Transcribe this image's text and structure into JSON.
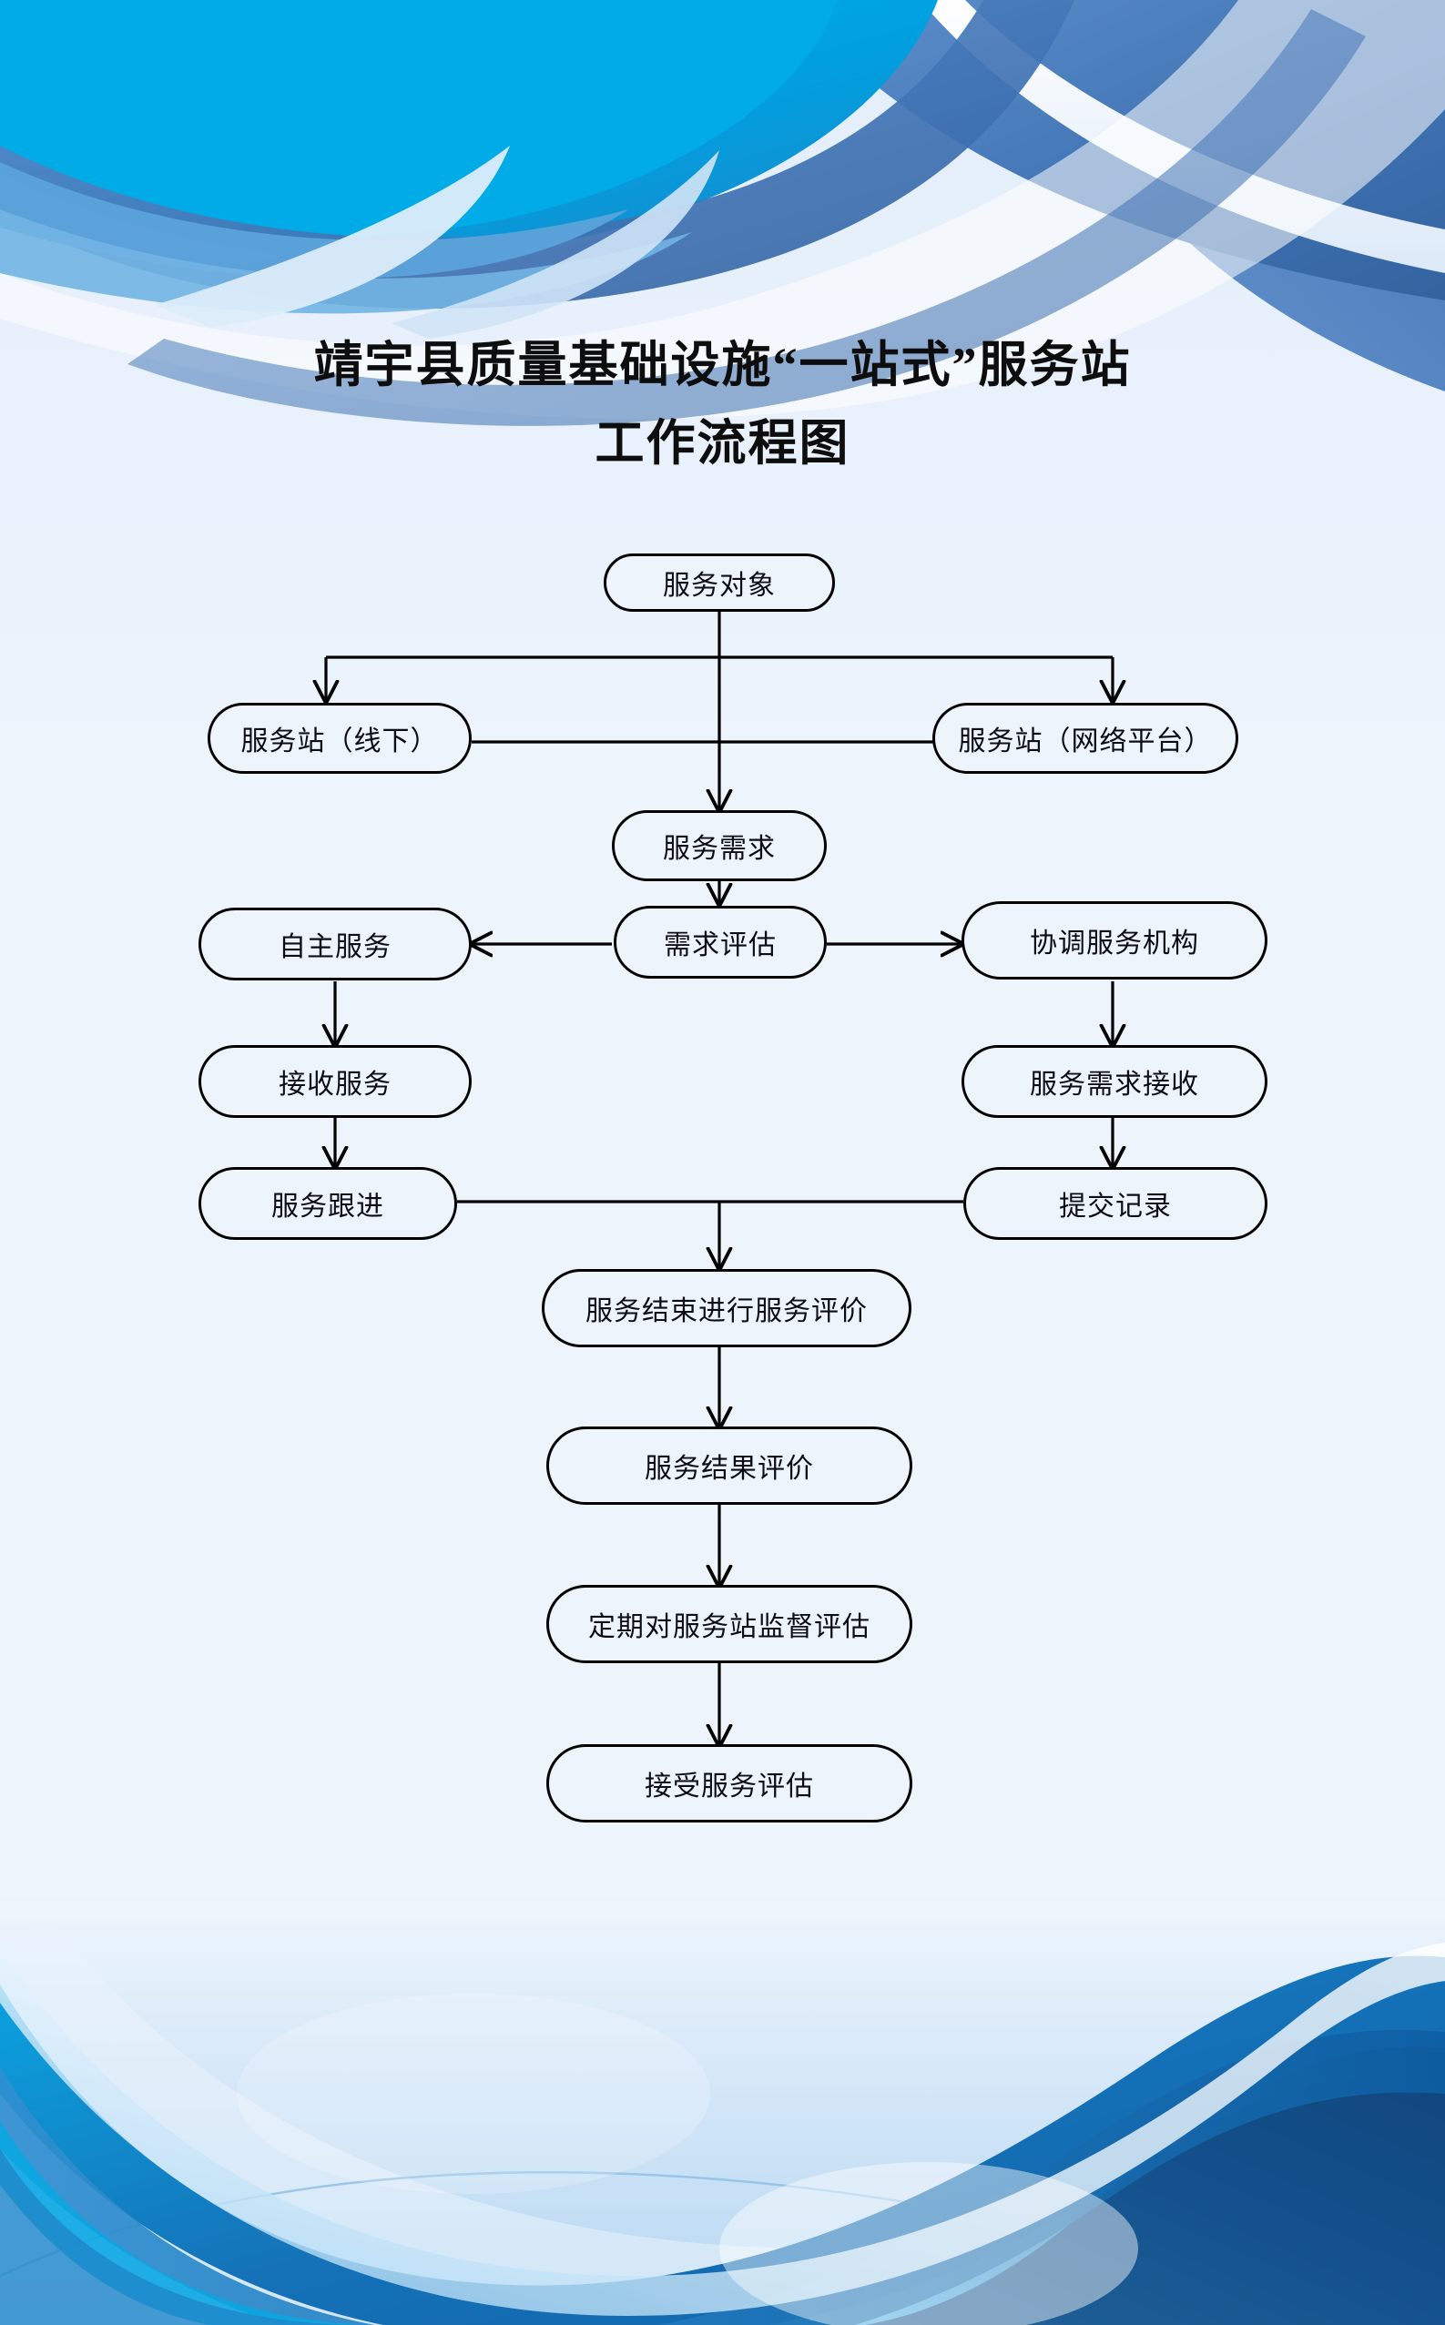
{
  "page": {
    "background_color": "#edf4fc",
    "accent_cyan": "#00a6e6",
    "accent_blue": "#4a7fc1",
    "accent_deep_blue": "#1c5fa8",
    "line_color": "#000000"
  },
  "title": {
    "line1": "靖宇县质量基础设施“一站式”服务站",
    "line2": "工作流程图"
  },
  "chart_data": {
    "type": "diagram",
    "title": "靖宇县质量基础设施“一站式”服务站工作流程图",
    "nodes": [
      {
        "id": "n1",
        "label": "服务对象",
        "column": "center",
        "row": 1
      },
      {
        "id": "n2",
        "label": "服务站（线下）",
        "column": "left",
        "row": 2
      },
      {
        "id": "n3",
        "label": "服务站（网络平台）",
        "column": "right",
        "row": 2
      },
      {
        "id": "n4",
        "label": "服务需求",
        "column": "center",
        "row": 3
      },
      {
        "id": "n5",
        "label": "自主服务",
        "column": "left",
        "row": 4
      },
      {
        "id": "n6",
        "label": "需求评估",
        "column": "center",
        "row": 4
      },
      {
        "id": "n7",
        "label": "协调服务机构",
        "column": "right",
        "row": 4
      },
      {
        "id": "n8",
        "label": "接收服务",
        "column": "left",
        "row": 5
      },
      {
        "id": "n9",
        "label": "服务需求接收",
        "column": "right",
        "row": 5
      },
      {
        "id": "n10",
        "label": "服务跟进",
        "column": "left",
        "row": 6
      },
      {
        "id": "n11",
        "label": "提交记录",
        "column": "right",
        "row": 6
      },
      {
        "id": "n12",
        "label": "服务结束进行服务评价",
        "column": "center",
        "row": 7
      },
      {
        "id": "n13",
        "label": "服务结果评价",
        "column": "center",
        "row": 8
      },
      {
        "id": "n14",
        "label": "定期对服务站监督评估",
        "column": "center",
        "row": 9
      },
      {
        "id": "n15",
        "label": "接受服务评估",
        "column": "center",
        "row": 10
      }
    ],
    "edges": [
      {
        "from": "n1",
        "to": "n2",
        "style": "branch-left",
        "arrow": true
      },
      {
        "from": "n1",
        "to": "n3",
        "style": "branch-right",
        "arrow": true
      },
      {
        "from": "n1",
        "to": "n4",
        "style": "vertical",
        "arrow": true
      },
      {
        "from": "n2",
        "to": "n3",
        "style": "horizontal",
        "arrow": false
      },
      {
        "from": "n4",
        "to": "n6",
        "style": "vertical",
        "arrow": true
      },
      {
        "from": "n6",
        "to": "n5",
        "style": "horizontal",
        "arrow": true
      },
      {
        "from": "n6",
        "to": "n7",
        "style": "horizontal",
        "arrow": true
      },
      {
        "from": "n5",
        "to": "n8",
        "style": "vertical",
        "arrow": true
      },
      {
        "from": "n7",
        "to": "n9",
        "style": "vertical",
        "arrow": true
      },
      {
        "from": "n8",
        "to": "n10",
        "style": "vertical",
        "arrow": true
      },
      {
        "from": "n9",
        "to": "n11",
        "style": "vertical",
        "arrow": true
      },
      {
        "from": "n10",
        "to": "n11",
        "style": "horizontal",
        "arrow": false
      },
      {
        "from": "n10",
        "to": "n12",
        "style": "merge-down",
        "arrow": true
      },
      {
        "from": "n12",
        "to": "n13",
        "style": "vertical",
        "arrow": true
      },
      {
        "from": "n13",
        "to": "n14",
        "style": "vertical",
        "arrow": true
      },
      {
        "from": "n14",
        "to": "n15",
        "style": "vertical",
        "arrow": true
      }
    ]
  }
}
